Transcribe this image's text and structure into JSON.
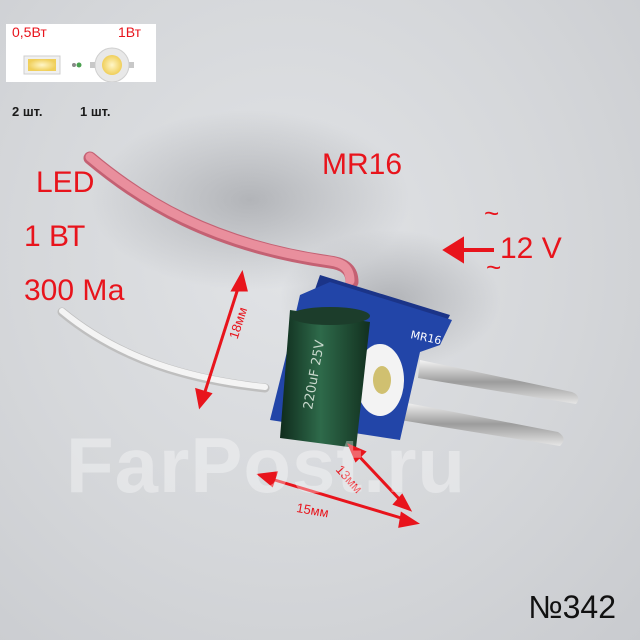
{
  "legend": {
    "led_small_label": "0,5Вт",
    "led_large_label": "1Вт",
    "qty_small": "2 шт.",
    "qty_large": "1 шт."
  },
  "specs": {
    "line1": "LED",
    "line2": "1 ВТ",
    "line3": "300 Ма"
  },
  "model": "MR16",
  "input": {
    "tilde": "~",
    "voltage": "12 V"
  },
  "dimensions": {
    "height": "18мм",
    "depth": "13мм",
    "width": "15мм"
  },
  "board": {
    "silkscreen": "MR16",
    "capacitor_text": "220uF 25V"
  },
  "watermark": "FarPost.ru",
  "catalog_number": "№342",
  "colors": {
    "label_red": "#e8141c",
    "pcb_blue": "#1f3f9c",
    "capacitor_green": "#1f4a34",
    "wire_pink": "#e07f8e",
    "wire_white": "#f2f2f2"
  }
}
